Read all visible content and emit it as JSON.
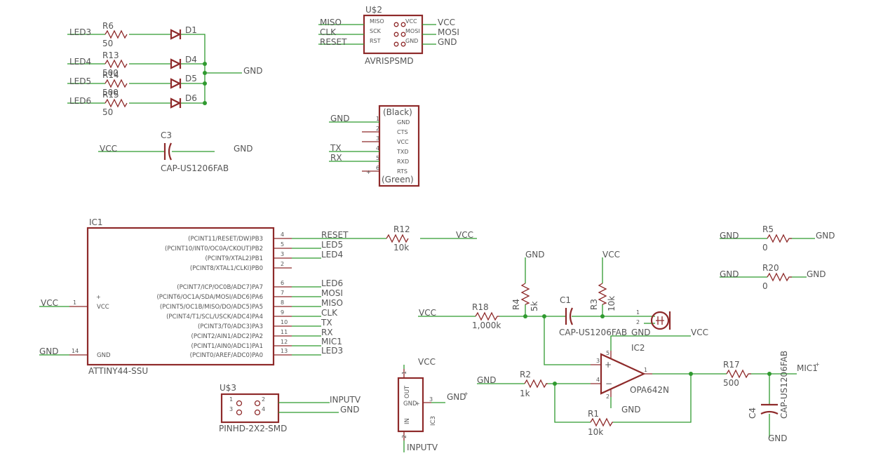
{
  "nets": {
    "gnd": "GND",
    "vcc": "VCC",
    "tx": "TX",
    "rx": "RX"
  },
  "marks": {
    "cross": "+"
  },
  "leds": [
    {
      "net": "LED3",
      "resistor": "R6",
      "value": "50",
      "diode": "D1"
    },
    {
      "net": "LED4",
      "resistor": "R13",
      "value": "500",
      "diode": "D4"
    },
    {
      "net": "LED5",
      "resistor": "R14",
      "value": "500",
      "diode": "D5"
    },
    {
      "net": "LED6",
      "resistor": "R15",
      "value": "50",
      "diode": "D6"
    }
  ],
  "c3": {
    "name": "C3",
    "package": "CAP-US1206FAB"
  },
  "avrisp": {
    "name": "U$2",
    "package": "AVRISPSMD",
    "left": [
      "MISO",
      "CLK",
      "RESET"
    ],
    "right": [
      "VCC",
      "MOSI",
      "GND"
    ],
    "pins_left": [
      "MISO",
      "SCK",
      "RST"
    ],
    "pins_right": [
      "VCC",
      "MOSI",
      "GND"
    ]
  },
  "ftdi": {
    "top": "(Black)",
    "bottom": "(Green)",
    "pins": [
      "GND",
      "CTS",
      "VCC",
      "TXD",
      "RXD",
      "RTS"
    ],
    "nums": [
      "1",
      "2",
      "3",
      "4",
      "5",
      "6"
    ]
  },
  "ic1": {
    "name": "IC1",
    "package": "ATTINY44-SSU",
    "right": [
      {
        "func": "(PCINT11/RESET/DW)PB3",
        "num": "4",
        "net": "RESET"
      },
      {
        "func": "(PCINT10/INT0/OC0A/CKOUT)PB2",
        "num": "5",
        "net": "LED5"
      },
      {
        "func": "(PCINT9/XTAL2)PB1",
        "num": "3",
        "net": "LED4"
      },
      {
        "func": "(PCINT8/XTAL1/CLKI)PB0",
        "num": "2",
        "net": ""
      },
      {
        "func": "(PCINT7/ICP/OC0B/ADC7)PA7",
        "num": "6",
        "net": "LED6"
      },
      {
        "func": "(PCINT6/OC1A/SDA/MOSI/ADC6)PA6",
        "num": "7",
        "net": "MOSI"
      },
      {
        "func": "(PCINT5/OC1B/MISO/DO/ADC5)PA5",
        "num": "8",
        "net": "MISO"
      },
      {
        "func": "(PCINT4/T1/SCL/USCK/ADC4)PA4",
        "num": "9",
        "net": "CLK"
      },
      {
        "func": "(PCINT3/T0/ADC3)PA3",
        "num": "10",
        "net": "TX"
      },
      {
        "func": "(PCINT2/AIN1/ADC2)PA2",
        "num": "11",
        "net": "RX"
      },
      {
        "func": "(PCINT1/AIN0/ADC1)PA1",
        "num": "12",
        "net": "MIC1"
      },
      {
        "func": "(PCINT0/AREF/ADC0)PA0",
        "num": "13",
        "net": "LED3"
      }
    ],
    "left": [
      {
        "func": "VCC",
        "num": "1",
        "net": "VCC"
      },
      {
        "func": "GND",
        "num": "14",
        "net": "GND"
      }
    ]
  },
  "r12": {
    "name": "R12",
    "value": "10k"
  },
  "amp": {
    "r18_name": "R18",
    "r18_value": "1,000k",
    "r4_name": "R4",
    "r4_value": "5k",
    "r3_name": "R3",
    "r3_value": "10k",
    "c1_name": "C1",
    "c1_package": "CAP-US1206FAB",
    "mic_pins": [
      "1",
      "2"
    ],
    "r2_name": "R2",
    "r2_value": "1k",
    "r1_name": "R1",
    "r1_value": "10k",
    "r17_name": "R17",
    "r17_value": "500",
    "mic1": "MIC1",
    "c4_name": "C4",
    "c4_package": "CAP-US1206FAB"
  },
  "opamp": {
    "name": "IC2",
    "part": "OPA642N",
    "plus": "+",
    "minus": "−",
    "pins": [
      "3",
      "4",
      "1",
      "5",
      "2"
    ]
  },
  "zeros": [
    {
      "name": "R5",
      "value": "0"
    },
    {
      "name": "R20",
      "value": "0"
    }
  ],
  "pinhd": {
    "name": "U$3",
    "package": "PINHD-2X2-SMD",
    "net1": "INPUTV",
    "pins": [
      "1",
      "2",
      "3",
      "4"
    ]
  },
  "ic3": {
    "name": "IC3",
    "pins": [
      "OUT",
      "GND",
      "IN"
    ],
    "nums": [
      "1",
      "3",
      "2"
    ],
    "net_in": "INPUTV"
  }
}
